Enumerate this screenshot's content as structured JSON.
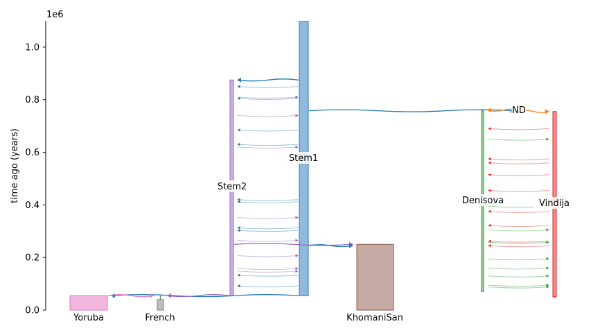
{
  "chart_data": {
    "type": "demography",
    "ylabel": "time ago (years)",
    "y_exponent_label": "1e6",
    "ylim": [
      0,
      1100000
    ],
    "yticks": [
      {
        "value": 0,
        "label": "0.0"
      },
      {
        "value": 200000,
        "label": "0.2"
      },
      {
        "value": 400000,
        "label": "0.4"
      },
      {
        "value": 600000,
        "label": "0.6"
      },
      {
        "value": 800000,
        "label": "0.8"
      },
      {
        "value": 1000000,
        "label": "1.0"
      }
    ],
    "populations": [
      {
        "id": "Yoruba",
        "label": "Yoruba",
        "color": "#e377c2",
        "fill": "#f0b6dd",
        "start": 0,
        "end": 55000
      },
      {
        "id": "French",
        "label": "French",
        "color": "#7f7f7f",
        "fill": "#bdbdbd",
        "start": 0,
        "end": 40000
      },
      {
        "id": "KhomaniSan",
        "label": "KhomaniSan",
        "color": "#8c564b",
        "fill": "#c5a9a3",
        "start": 0,
        "end": 250000
      },
      {
        "id": "Stem2",
        "label": "Stem2",
        "color": "#9467bd",
        "fill": "#c9b3de",
        "start": 55000,
        "end": 875000
      },
      {
        "id": "Stem1",
        "label": "Stem1",
        "color": "#1f77b4",
        "fill": "#8fbadd",
        "start": 55000,
        "end": 1100000
      },
      {
        "id": "Denisova",
        "label": "Denisova",
        "color": "#2ca02c",
        "fill": "#98d594",
        "start": 70000,
        "end": 760000
      },
      {
        "id": "ND",
        "label": "ND",
        "color": "#ff7f0e",
        "fill": "#ffbb78",
        "start": 760000,
        "end": 760000
      },
      {
        "id": "Vindija",
        "label": "Vindija",
        "color": "#d62728",
        "fill": "#f28e8f",
        "start": 50000,
        "end": 755000
      }
    ],
    "splits": [
      {
        "from": "Stem1",
        "to": "Stem2",
        "time": 875000,
        "color": "#1f77b4"
      },
      {
        "from": "Stem1",
        "to": "ND",
        "time": 758000,
        "color": "#1f77b4"
      },
      {
        "from": "ND",
        "to": "Denisova",
        "time": 760000,
        "color": "#ff7f0e"
      },
      {
        "from": "ND",
        "to": "Vindija",
        "time": 755000,
        "color": "#ff7f0e"
      },
      {
        "from": "Stem2",
        "to": "KhomaniSan",
        "time": 250000,
        "color": "#9467bd"
      },
      {
        "from": "Stem1",
        "to": "KhomaniSan",
        "time": 245000,
        "color": "#1f77b4"
      },
      {
        "from": "Stem1",
        "to": "Yoruba",
        "time": 55000,
        "color": "#1f77b4"
      },
      {
        "from": "Stem2",
        "to": "French",
        "time": 55000,
        "color": "#9467bd"
      },
      {
        "from": "Yoruba",
        "to": "French",
        "time": 55000,
        "color": "#e377c2"
      }
    ],
    "migrations": [
      {
        "from": "Stem1",
        "to": "Stem2",
        "time": 850000,
        "color": "#1f77b4"
      },
      {
        "from": "Stem2",
        "to": "Stem1",
        "time": 810000,
        "color": "#9467bd"
      },
      {
        "from": "Stem1",
        "to": "Stem2",
        "time": 805000,
        "color": "#1f77b4"
      },
      {
        "from": "Stem2",
        "to": "Stem1",
        "time": 740000,
        "color": "#9467bd"
      },
      {
        "from": "Stem1",
        "to": "Stem2",
        "time": 685000,
        "color": "#1f77b4"
      },
      {
        "from": "Stem1",
        "to": "Stem2",
        "time": 630000,
        "color": "#1f77b4"
      },
      {
        "from": "Stem2",
        "to": "Stem1",
        "time": 620000,
        "color": "#9467bd"
      },
      {
        "from": "Stem1",
        "to": "Stem2",
        "time": 420000,
        "color": "#1f77b4"
      },
      {
        "from": "Stem1",
        "to": "Stem2",
        "time": 412000,
        "color": "#1f77b4"
      },
      {
        "from": "Stem2",
        "to": "Stem1",
        "time": 352000,
        "color": "#9467bd"
      },
      {
        "from": "Stem1",
        "to": "Stem2",
        "time": 313000,
        "color": "#1f77b4"
      },
      {
        "from": "Stem1",
        "to": "Stem2",
        "time": 303000,
        "color": "#1f77b4"
      },
      {
        "from": "Stem2",
        "to": "Stem1",
        "time": 265000,
        "color": "#9467bd"
      },
      {
        "from": "Stem2",
        "to": "Stem1",
        "time": 207000,
        "color": "#9467bd"
      },
      {
        "from": "Stem2",
        "to": "Stem1",
        "time": 158000,
        "color": "#9467bd"
      },
      {
        "from": "Stem2",
        "to": "Stem1",
        "time": 148000,
        "color": "#9467bd"
      },
      {
        "from": "Stem1",
        "to": "Stem2",
        "time": 133000,
        "color": "#1f77b4"
      },
      {
        "from": "Stem1",
        "to": "Stem2",
        "time": 92000,
        "color": "#1f77b4"
      },
      {
        "from": "Vindija",
        "to": "Denisova",
        "time": 690000,
        "color": "#d62728"
      },
      {
        "from": "Denisova",
        "to": "Vindija",
        "time": 650000,
        "color": "#2ca02c"
      },
      {
        "from": "Vindija",
        "to": "Denisova",
        "time": 575000,
        "color": "#d62728"
      },
      {
        "from": "Vindija",
        "to": "Denisova",
        "time": 560000,
        "color": "#d62728"
      },
      {
        "from": "Vindija",
        "to": "Denisova",
        "time": 515000,
        "color": "#d62728"
      },
      {
        "from": "Vindija",
        "to": "Denisova",
        "time": 455000,
        "color": "#d62728"
      },
      {
        "from": "Denisova",
        "to": "Vindija",
        "time": 395000,
        "color": "#2ca02c"
      },
      {
        "from": "Vindija",
        "to": "Denisova",
        "time": 375000,
        "color": "#d62728"
      },
      {
        "from": "Vindija",
        "to": "Denisova",
        "time": 322000,
        "color": "#d62728"
      },
      {
        "from": "Denisova",
        "to": "Vindija",
        "time": 305000,
        "color": "#2ca02c"
      },
      {
        "from": "Vindija",
        "to": "Denisova",
        "time": 262000,
        "color": "#d62728"
      },
      {
        "from": "Denisova",
        "to": "Vindija",
        "time": 258000,
        "color": "#2ca02c"
      },
      {
        "from": "Vindija",
        "to": "Denisova",
        "time": 245000,
        "color": "#d62728"
      },
      {
        "from": "Denisova",
        "to": "Vindija",
        "time": 195000,
        "color": "#2ca02c"
      },
      {
        "from": "Denisova",
        "to": "Vindija",
        "time": 160000,
        "color": "#2ca02c"
      },
      {
        "from": "Denisova",
        "to": "Vindija",
        "time": 130000,
        "color": "#2ca02c"
      },
      {
        "from": "Denisova",
        "to": "Vindija",
        "time": 95000,
        "color": "#2ca02c"
      },
      {
        "from": "Denisova",
        "to": "Vindija",
        "time": 88000,
        "color": "#2ca02c"
      }
    ]
  }
}
